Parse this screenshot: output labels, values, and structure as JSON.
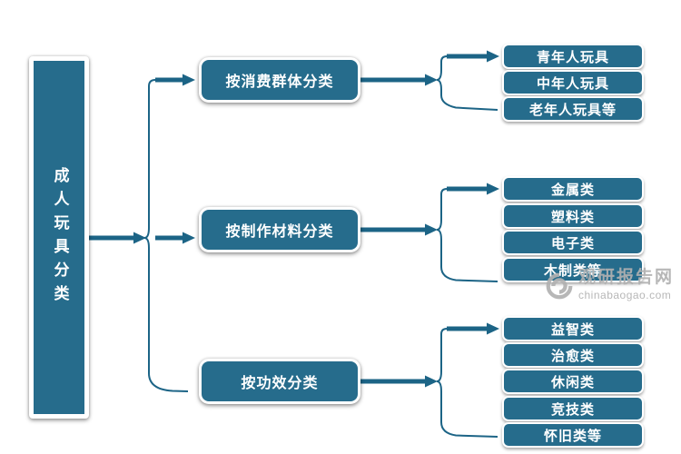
{
  "colors": {
    "box_fill": "#266c8c",
    "box_border": "#ffffff",
    "connector": "#1c6486",
    "box_text": "#ffffff",
    "watermark_gray": "#b1b1b1",
    "background": "#ffffff"
  },
  "diagram": {
    "root": {
      "label": "成人玩具分类"
    },
    "branches": [
      {
        "label": "按消费群体分类",
        "children": [
          "青年人玩具",
          "中年人玩具",
          "老年人玩具等"
        ]
      },
      {
        "label": "按制作材料分类",
        "children": [
          "金属类",
          "塑料类",
          "电子类",
          "木制类等"
        ]
      },
      {
        "label": "按功效分类",
        "children": [
          "益智类",
          "治愈类",
          "休闲类",
          "竞技类",
          "怀旧类等"
        ]
      }
    ]
  },
  "watermark": {
    "site_name": "观研报告网",
    "site_url": "chinabaogao.com"
  }
}
